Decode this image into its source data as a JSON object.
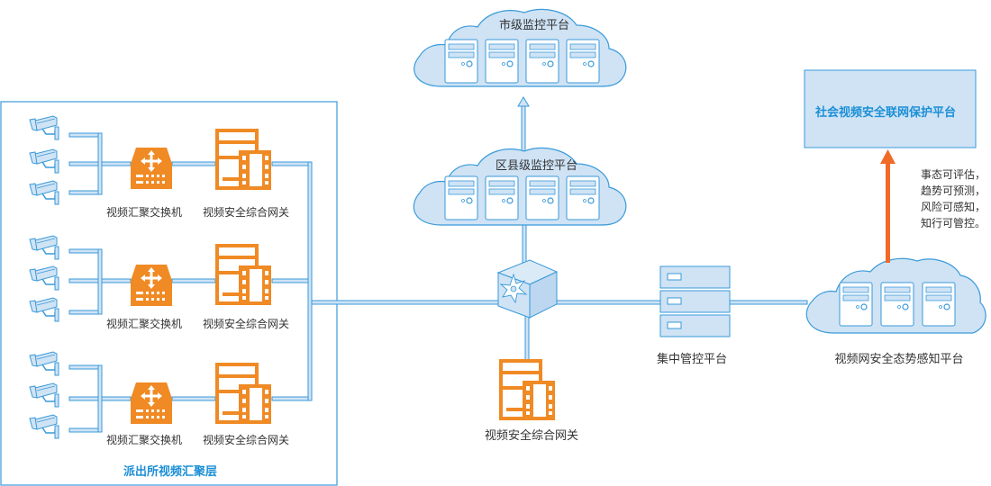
{
  "colors": {
    "pipe_fill": "#cfe3f5",
    "pipe_stroke": "#3a9ad9",
    "cloud_fill": "#cfe3f5",
    "cloud_stroke": "#3a9ad9",
    "device_orange": "#f08a24",
    "arrow_orange": "#f06a28",
    "region_title": "#1c8fd6"
  },
  "station_layer": {
    "title": "派出所视频汇聚层",
    "groups": [
      {
        "switch_label": "视频汇聚交换机",
        "gateway_label": "视频安全综合网关",
        "camera_count": 3
      },
      {
        "switch_label": "视频汇聚交换机",
        "gateway_label": "视频安全综合网关",
        "camera_count": 3
      },
      {
        "switch_label": "视频汇聚交换机",
        "gateway_label": "视频安全综合网关",
        "camera_count": 3
      }
    ]
  },
  "city_platform": {
    "label": "市级监控平台",
    "server_count": 4
  },
  "district_platform": {
    "label": "区县级监控平台",
    "server_count": 4
  },
  "core_switch": {
    "icon": "core-switch-cube-icon"
  },
  "central_gateway": {
    "label": "视频安全综合网关"
  },
  "central_control": {
    "label": "集中管控平台"
  },
  "awareness_platform": {
    "label": "视频网安全态势感知平台",
    "server_count": 3
  },
  "protection_platform": {
    "label": "社会视频安全联网保护平台"
  },
  "benefits": [
    "事态可评估，",
    "趋势可预测，",
    "风险可感知，",
    "知行可管控。"
  ]
}
